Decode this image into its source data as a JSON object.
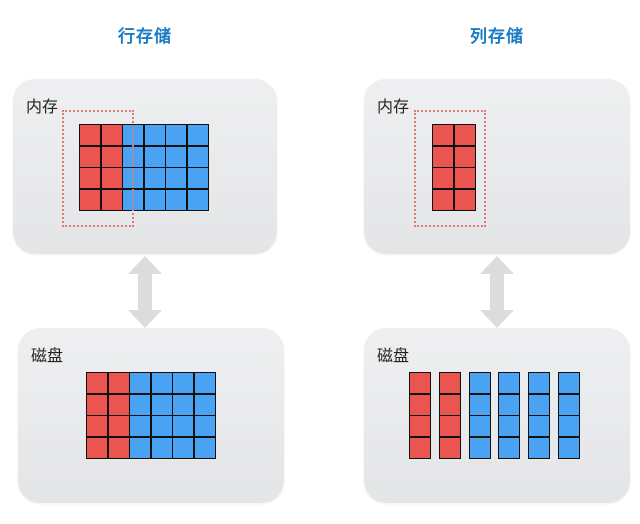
{
  "colors": {
    "title": "#1a7cc6",
    "red": "#ea5550",
    "blue": "#4aa3f2",
    "panel": "#e9eaec",
    "arrow": "#dcdcdc",
    "dashed": "#e07a78"
  },
  "row_store": {
    "title": "行存储",
    "memory": {
      "label": "内存",
      "grid": {
        "rows": 4,
        "cols": 6,
        "red_cols": 2
      }
    },
    "disk": {
      "label": "磁盘",
      "grid": {
        "rows": 4,
        "cols": 6,
        "red_cols": 2
      }
    }
  },
  "column_store": {
    "title": "列存储",
    "memory": {
      "label": "内存",
      "grid": {
        "rows": 4,
        "cols": 2,
        "red_cols": 2
      }
    },
    "disk": {
      "label": "磁盘",
      "columns": [
        {
          "color": "red",
          "rows": 4
        },
        {
          "color": "red",
          "rows": 4
        },
        {
          "color": "blue",
          "rows": 4
        },
        {
          "color": "blue",
          "rows": 4
        },
        {
          "color": "blue",
          "rows": 4
        },
        {
          "color": "blue",
          "rows": 4
        }
      ]
    }
  }
}
